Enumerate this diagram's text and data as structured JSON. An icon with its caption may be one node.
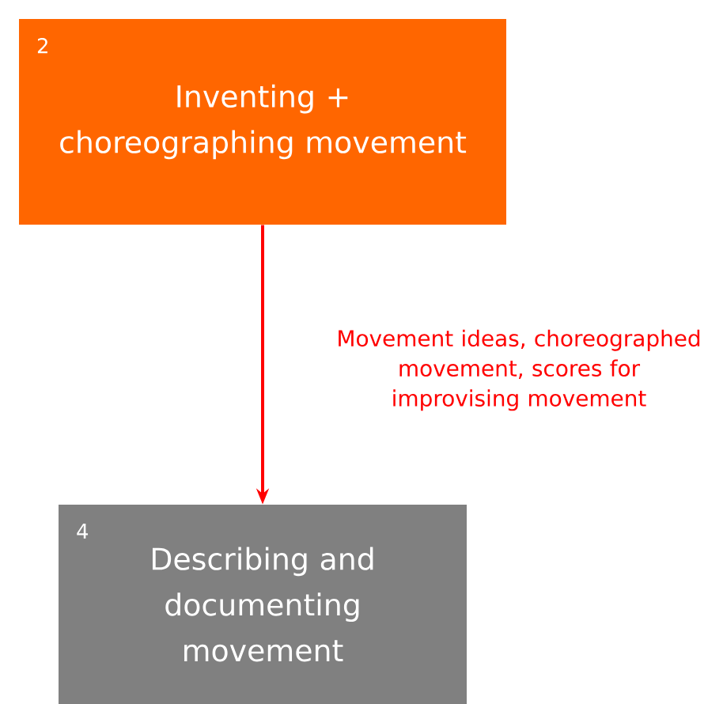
{
  "diagram": {
    "nodes": [
      {
        "text": [
          "2",
          "Inventing + choreographing movement"
        ]
      },
      {
        "text": [
          "4",
          "Describing and documenting movement"
        ]
      }
    ],
    "edges": [
      {
        "from": 0,
        "to": 1,
        "arrow": "to",
        "label": "Movement ideas, choreographed movement, scores for improvising movement"
      }
    ]
  }
}
